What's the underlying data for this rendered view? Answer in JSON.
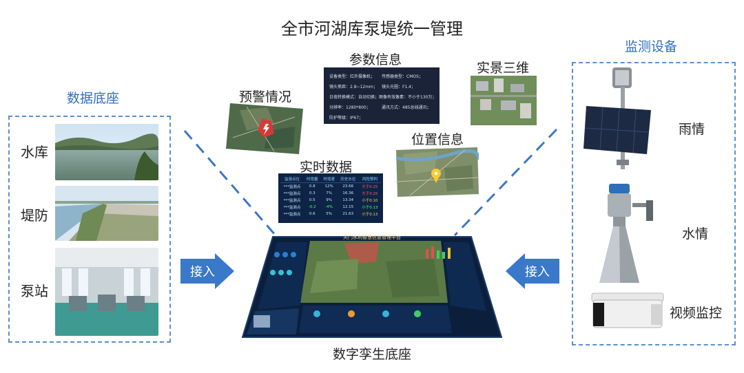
{
  "title": "全市河湖库泵堤统一管理",
  "left_panel": {
    "title": "数据底座",
    "items": [
      {
        "label": "水库"
      },
      {
        "label": "堤防"
      },
      {
        "label": "泵站"
      }
    ]
  },
  "right_panel": {
    "title": "监测设备",
    "items": [
      {
        "label": "雨情"
      },
      {
        "label": "水情"
      },
      {
        "label": "视频监控"
      }
    ]
  },
  "arrows": {
    "left_label": "接入",
    "right_label": "接入"
  },
  "center": {
    "base_label": "数字孪生底座",
    "platform_title": "天门水利智慧信息管理平台"
  },
  "cards": {
    "warning": "预警情况",
    "params": "参数信息",
    "scene3d": "实景三维",
    "realtime": "实时数据",
    "location": "位置信息"
  },
  "params_table": [
    [
      "设备类型：红外摄像机；",
      "传感器类型：CMOS；"
    ],
    [
      "镜头焦距：2.8~12mm；",
      "镜头光圈：F1.4；"
    ],
    [
      "日夜转换模式：自动切换；",
      "图像有效像素：不小于130万；"
    ],
    [
      "分辨率：1280*800；",
      "通讯方式：485总线通讯；"
    ],
    [
      "防护等级：IP67；",
      ""
    ]
  ],
  "realtime_table": {
    "headers": [
      "监测点位",
      "时雨量",
      "时增速",
      "历史水位",
      "风险预判"
    ],
    "rows": [
      [
        "***监测点",
        "0.8",
        "12%",
        "23.66",
        "大于0.25"
      ],
      [
        "***监测点",
        "0.3",
        "7%",
        "16.36",
        "大于0.25"
      ],
      [
        "***监测点",
        "0.5",
        "9%",
        "13.34",
        "小于0.10"
      ],
      [
        "***监测点",
        "-0.2",
        "-4%",
        "12.15",
        "小于0.13"
      ],
      [
        "***监测点",
        "0.6",
        "5%",
        "21.63",
        "小于0.13"
      ]
    ],
    "row_colors": [
      "red",
      "red",
      "ylw",
      "grn",
      "ylw"
    ]
  },
  "colors": {
    "accent": "#2f6fc0",
    "arrow": "#3a78c9",
    "dash": "#5b8fcf"
  }
}
